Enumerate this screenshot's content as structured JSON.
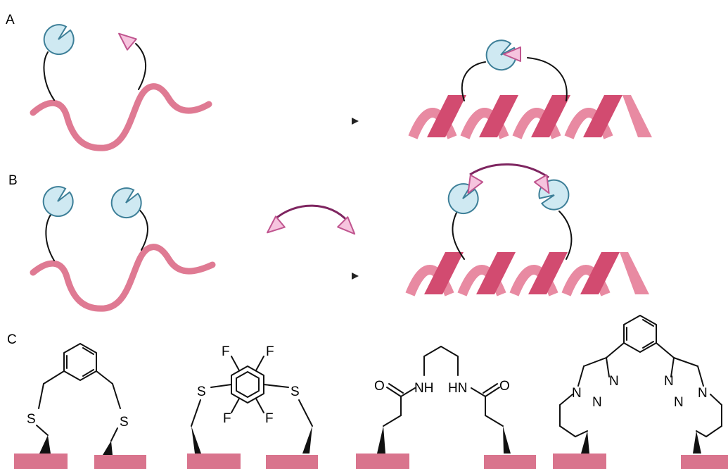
{
  "panels": {
    "a": {
      "label": "A"
    },
    "b": {
      "label": "B"
    },
    "c": {
      "label": "C"
    }
  },
  "atoms": {
    "s": "S",
    "f": "F",
    "o": "O",
    "nh": "NH",
    "hn": "HN",
    "n": "N"
  },
  "colors": {
    "peptide": "#df7a93",
    "helix_dark": "#d24b70",
    "helix_light": "#e88aa2",
    "receptor_fill": "#cfe9f2",
    "receptor_stroke": "#3d7f98",
    "ligand_fill": "#f6c4de",
    "ligand_stroke": "#c0558f",
    "linker": "#111111",
    "interaction_arc": "#7e2560",
    "arrow": "#222222",
    "anchor_block": "#d9748d"
  },
  "icons": [
    "receptor-pacman-icon",
    "ligand-triangle-icon",
    "reaction-arrow-icon",
    "double-headed-arc-icon"
  ]
}
